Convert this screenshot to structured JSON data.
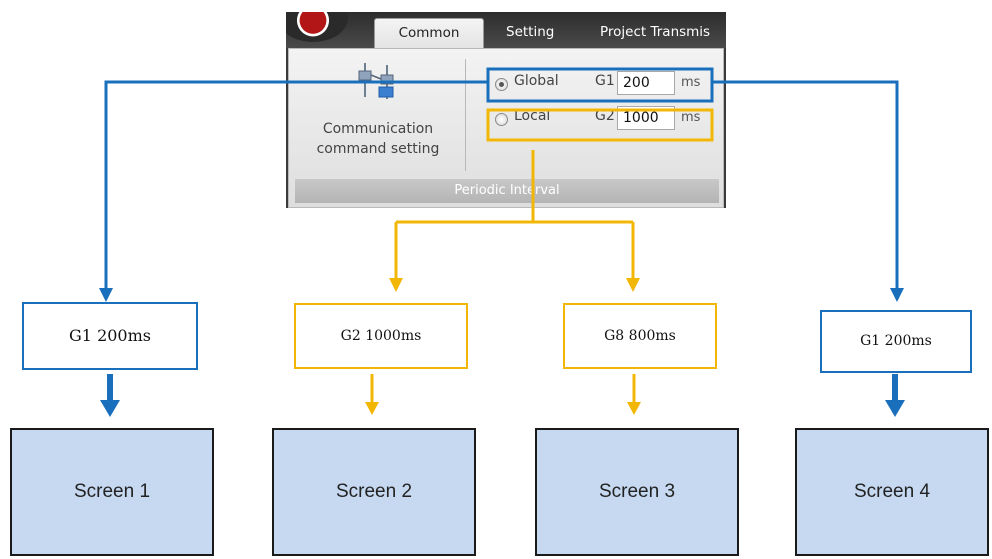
{
  "ribbon": {
    "tabs": [
      "Common",
      "Setting",
      "Project Transmis"
    ],
    "command_label_line1": "Communication",
    "command_label_line2": "command setting",
    "group_label": "Periodic Interval",
    "options": [
      {
        "label": "Global",
        "group": "G1",
        "value": "200",
        "unit": "ms",
        "selected": true
      },
      {
        "label": "Local",
        "group": "G2",
        "value": "1000",
        "unit": "ms",
        "selected": false
      }
    ]
  },
  "boxes": [
    {
      "label": "G1 200ms",
      "color": "#1a6fbd"
    },
    {
      "label": "G2 1000ms",
      "color": "#f2b705"
    },
    {
      "label": "G8 800ms",
      "color": "#f2b705"
    },
    {
      "label": "G1 200ms",
      "color": "#1a6fbd"
    }
  ],
  "screens": [
    {
      "label": "Screen 1"
    },
    {
      "label": "Screen 2"
    },
    {
      "label": "Screen 3"
    },
    {
      "label": "Screen 4"
    }
  ],
  "colors": {
    "global": "#1a6fbd",
    "local": "#f2b705",
    "screen_fill": "#c6d9f1"
  }
}
